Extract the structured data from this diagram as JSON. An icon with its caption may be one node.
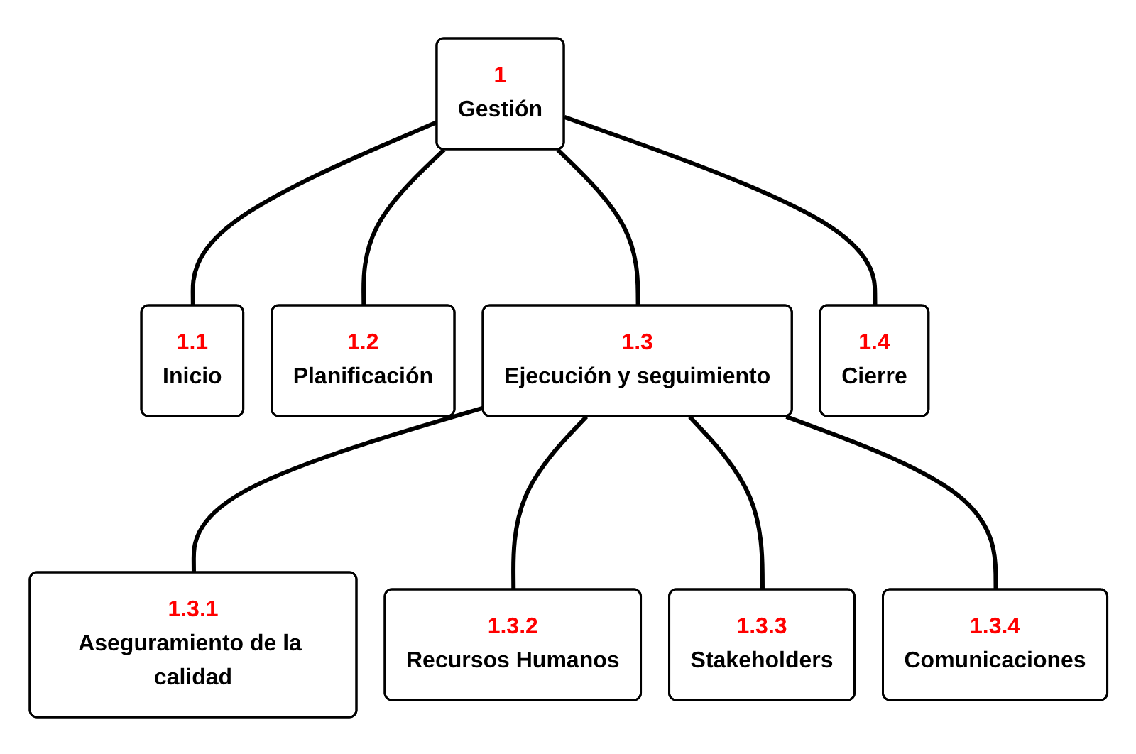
{
  "diagram": {
    "nodes": [
      {
        "text": [
          "1",
          "Gestión"
        ]
      },
      {
        "text": [
          "1.1",
          "Inicio"
        ]
      },
      {
        "text": [
          "1.2",
          "Planificación"
        ]
      },
      {
        "text": [
          "1.3",
          "Ejecución y seguimiento"
        ]
      },
      {
        "text": [
          "1.4",
          "Cierre"
        ]
      },
      {
        "text": [
          "1.3.1",
          "Aseguramiento de la calidad"
        ]
      },
      {
        "text": [
          "1.3.2",
          "Recursos Humanos"
        ]
      },
      {
        "text": [
          "1.3.3",
          "Stakeholders"
        ]
      },
      {
        "text": [
          "1.3.4",
          "Comunicaciones"
        ]
      }
    ],
    "edges": [
      {
        "from": 0,
        "to": 1,
        "arrow": "none"
      },
      {
        "from": 0,
        "to": 2,
        "arrow": "none"
      },
      {
        "from": 0,
        "to": 3,
        "arrow": "none"
      },
      {
        "from": 0,
        "to": 4,
        "arrow": "none"
      },
      {
        "from": 3,
        "to": 5,
        "arrow": "none"
      },
      {
        "from": 3,
        "to": 6,
        "arrow": "none"
      },
      {
        "from": 3,
        "to": 7,
        "arrow": "none"
      },
      {
        "from": 3,
        "to": 8,
        "arrow": "none"
      }
    ]
  }
}
